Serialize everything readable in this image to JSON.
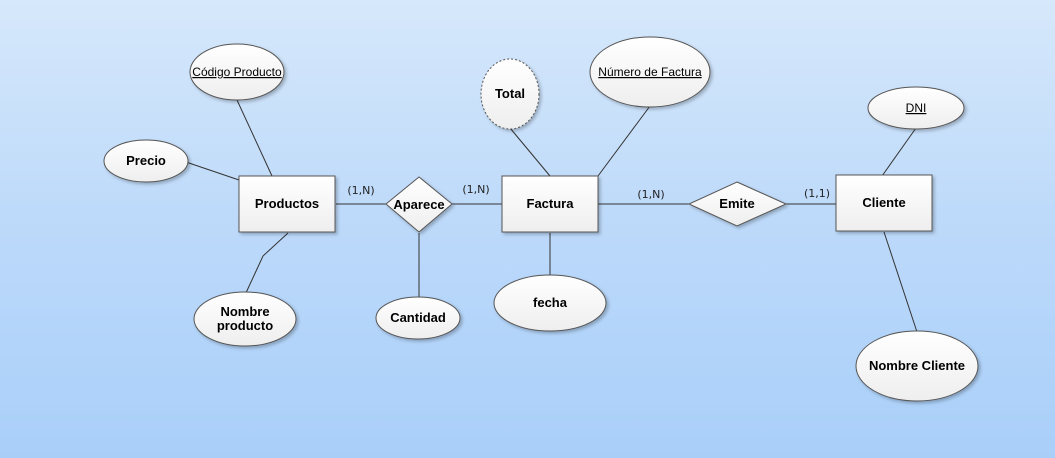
{
  "entities": {
    "productos": "Productos",
    "factura": "Factura",
    "cliente": "Cliente"
  },
  "relationships": {
    "aparece": "Aparece",
    "emite": "Emite"
  },
  "attributes": {
    "codigo_producto": "Código Producto",
    "precio": "Precio",
    "nombre_producto_line1": "Nombre",
    "nombre_producto_line2": "producto",
    "cantidad": "Cantidad",
    "total": "Total",
    "numero_factura": "Número de Factura",
    "fecha": "fecha",
    "dni": "DNI",
    "nombre_cliente": "Nombre Cliente"
  },
  "cardinalities": {
    "productos_aparece": "(1,N)",
    "aparece_factura": "(1,N)",
    "factura_emite": "(1,N)",
    "emite_cliente": "(1,1)"
  },
  "colors": {
    "shape_fill": "#ffffff",
    "shape_stroke": "#555555",
    "line": "#333333"
  }
}
